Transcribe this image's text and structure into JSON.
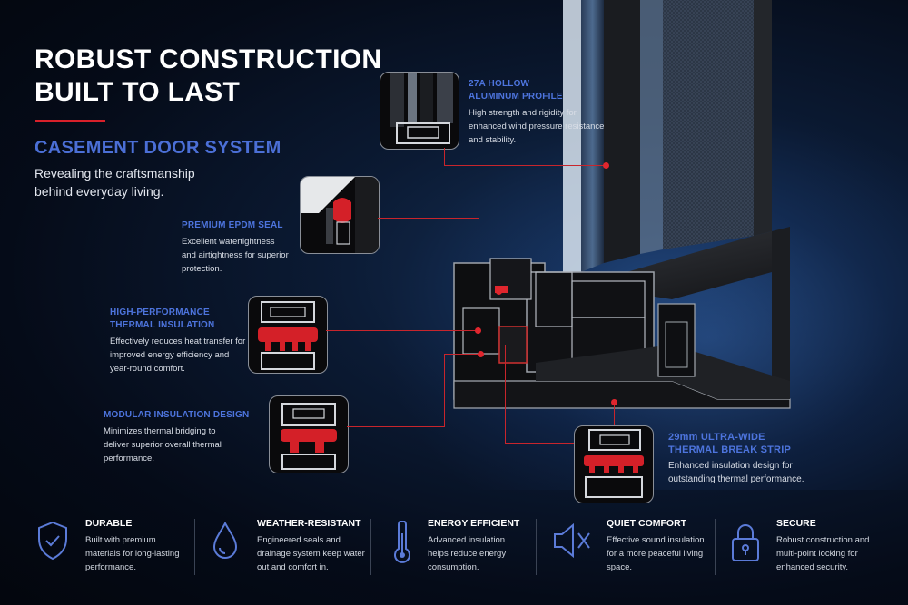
{
  "header": {
    "title_line1": "ROBUST CONSTRUCTION",
    "title_line2": "BUILT TO LAST",
    "subtitle": "CASEMENT DOOR SYSTEM",
    "tagline": "Revealing the craftsmanship behind everyday living."
  },
  "callouts": {
    "aluminum": {
      "heading1": "27A HOLLOW",
      "heading2": "ALUMINUM PROFILE",
      "body": "High strength and rigidity for enhanced wind pressure resistance and stability."
    },
    "seal": {
      "heading1": "PREMIUM EPDM SEAL",
      "heading2": "",
      "body": "Excellent watertightness and airtightness for superior protection."
    },
    "thermal": {
      "heading1": "HIGH-PERFORMANCE",
      "heading2": "THERMAL INSULATION",
      "body": "Effectively reduces heat transfer for improved energy efficiency and year-round comfort."
    },
    "modular": {
      "heading1": "MODULAR INSULATION DESIGN",
      "heading2": "",
      "body": "Minimizes thermal bridging to deliver superior overall thermal performance."
    },
    "strip": {
      "heading1": "29mm ULTRA-WIDE",
      "heading2": "THERMAL BREAK STRIP",
      "body": "Enhanced insulation design for outstanding thermal performance."
    }
  },
  "features": [
    {
      "title": "DURABLE",
      "body": "Built with premium materials for long-lasting performance.",
      "icon": "shield-check-icon"
    },
    {
      "title": "WEATHER-RESISTANT",
      "body": "Engineered seals and drainage system keep water out and comfort in.",
      "icon": "water-drop-icon"
    },
    {
      "title": "ENERGY EFFICIENT",
      "body": "Advanced insulation helps reduce energy consumption.",
      "icon": "thermometer-icon"
    },
    {
      "title": "QUIET COMFORT",
      "body": "Effective sound insulation for a more peaceful living space.",
      "icon": "speaker-mute-icon"
    },
    {
      "title": "SECURE",
      "body": "Robust construction and multi-point locking for enhanced security.",
      "icon": "padlock-icon"
    }
  ],
  "colors": {
    "accent_red": "#d8202a",
    "accent_blue": "#4b6fd6",
    "background": "#050b18"
  }
}
